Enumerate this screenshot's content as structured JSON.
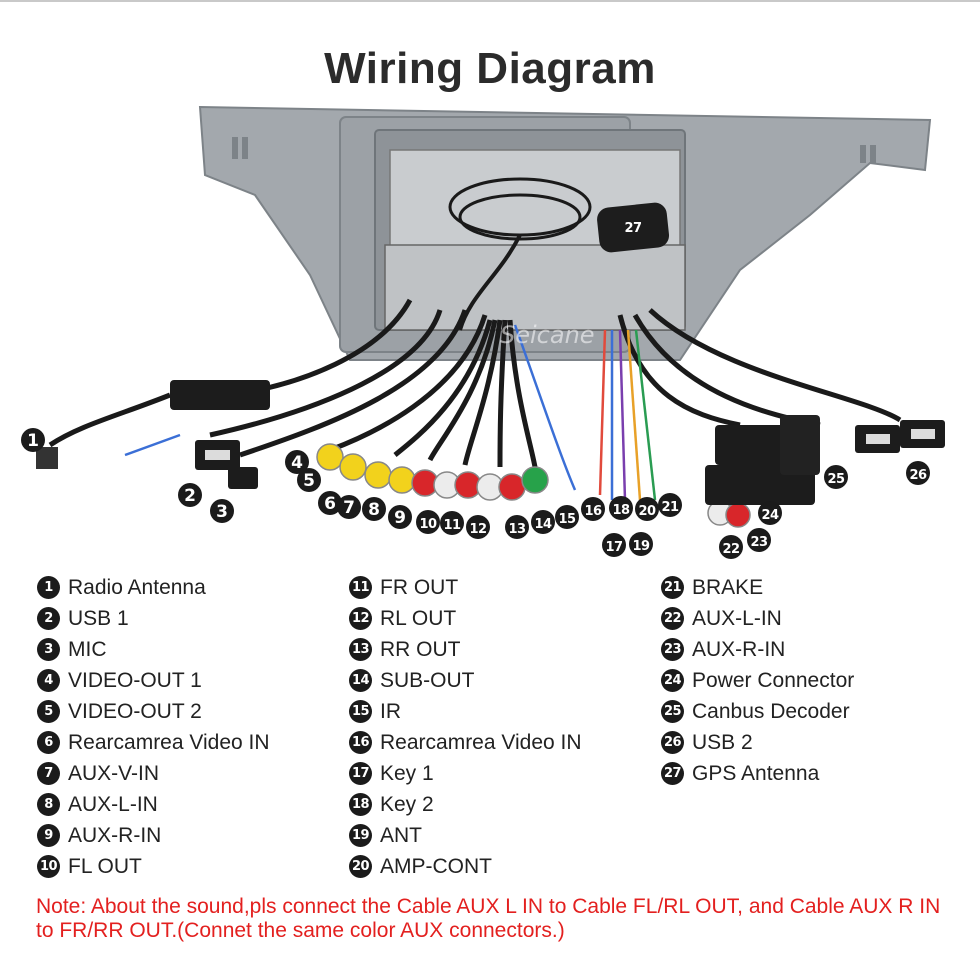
{
  "title": "Wiring Diagram",
  "watermark": "Seicane",
  "legend": [
    {
      "num": "1",
      "label": "Radio Antenna"
    },
    {
      "num": "2",
      "label": "USB 1"
    },
    {
      "num": "3",
      "label": "MIC"
    },
    {
      "num": "4",
      "label": "VIDEO-OUT 1"
    },
    {
      "num": "5",
      "label": "VIDEO-OUT 2"
    },
    {
      "num": "6",
      "label": "Rearcamrea Video IN"
    },
    {
      "num": "7",
      "label": "AUX-V-IN"
    },
    {
      "num": "8",
      "label": "AUX-L-IN"
    },
    {
      "num": "9",
      "label": "AUX-R-IN"
    },
    {
      "num": "10",
      "label": "FL OUT"
    },
    {
      "num": "11",
      "label": "FR OUT"
    },
    {
      "num": "12",
      "label": "RL OUT"
    },
    {
      "num": "13",
      "label": "RR OUT"
    },
    {
      "num": "14",
      "label": "SUB-OUT"
    },
    {
      "num": "15",
      "label": "IR"
    },
    {
      "num": "16",
      "label": "Rearcamrea Video IN"
    },
    {
      "num": "17",
      "label": "Key 1"
    },
    {
      "num": "18",
      "label": "Key 2"
    },
    {
      "num": "19",
      "label": "ANT"
    },
    {
      "num": "20",
      "label": "AMP-CONT"
    },
    {
      "num": "21",
      "label": "BRAKE"
    },
    {
      "num": "22",
      "label": "AUX-L-IN"
    },
    {
      "num": "23",
      "label": "AUX-R-IN"
    },
    {
      "num": "24",
      "label": "Power Connector"
    },
    {
      "num": "25",
      "label": "Canbus Decoder"
    },
    {
      "num": "26",
      "label": "USB 2"
    },
    {
      "num": "27",
      "label": "GPS Antenna"
    }
  ],
  "note": "Note: About the sound,pls connect the Cable AUX L IN to Cable FL/RL OUT, and Cable AUX R IN to FR/RR OUT.(Connet the same color AUX connectors.)",
  "colors": {
    "frame": "#a3a8ad",
    "frame_edge": "#7d8388",
    "cable": "#1a1a1a",
    "rca_yellow": "#f2d21c",
    "rca_red": "#d8262a",
    "rca_white": "#ececec",
    "rca_green": "#27a24a",
    "note": "#e3201f",
    "badge": "#1b1b1b"
  }
}
